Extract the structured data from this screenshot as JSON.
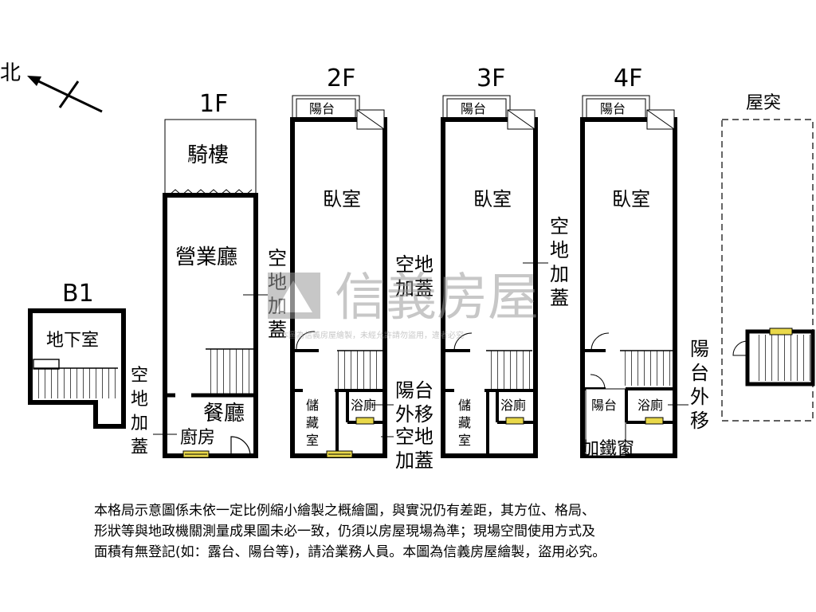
{
  "compass": {
    "label": "北"
  },
  "floors": {
    "b1": {
      "title": "B1",
      "room": "地下室",
      "side_note": [
        "空",
        "地",
        "加",
        "蓋"
      ]
    },
    "f1": {
      "title": "1F",
      "arcade": "騎樓",
      "hall": "營業廳",
      "dining": "餐廳",
      "kitchen": "廚房",
      "side_note": [
        "空",
        "地",
        "加",
        "蓋"
      ]
    },
    "f2": {
      "title": "2F",
      "balcony": "陽台",
      "bedroom": "臥室",
      "storage": [
        "儲",
        "藏",
        "室"
      ],
      "bath": "浴廁",
      "side_note_top": [
        "空地",
        "加蓋"
      ],
      "side_note_mid": [
        "陽台",
        "外移"
      ],
      "side_note_bottom": [
        "空地",
        "加蓋"
      ]
    },
    "f3": {
      "title": "3F",
      "balcony": "陽台",
      "bedroom": "臥室",
      "storage": [
        "儲",
        "藏",
        "室"
      ],
      "bath": "浴廁",
      "side_note": [
        "空",
        "地",
        "加",
        "蓋"
      ]
    },
    "f4": {
      "title": "4F",
      "balcony": "陽台",
      "bedroom": "臥室",
      "balcony_back": "陽台",
      "bath": "浴廁",
      "side_note": [
        "陽",
        "台",
        "外",
        "移"
      ],
      "iron_window": "加鐵窗"
    },
    "roof": {
      "title": "屋突"
    }
  },
  "watermark": {
    "brand": "信義房屋",
    "small": "本圖為信義房屋繪製，未經允許請勿盜用，違者必究"
  },
  "disclaimer": [
    "本格局示意圖係未依一定比例縮小繪製之概繪圖，與實況仍有差距，其方位、格局、",
    "形狀等與地政機關測量成果圖未必一致，仍須以房屋現場為準；現場空間使用方式及",
    "面積有無登記(如：露台、陽台等)，請洽業務人員。本圖為信義房屋繪製，盜用必究。"
  ]
}
